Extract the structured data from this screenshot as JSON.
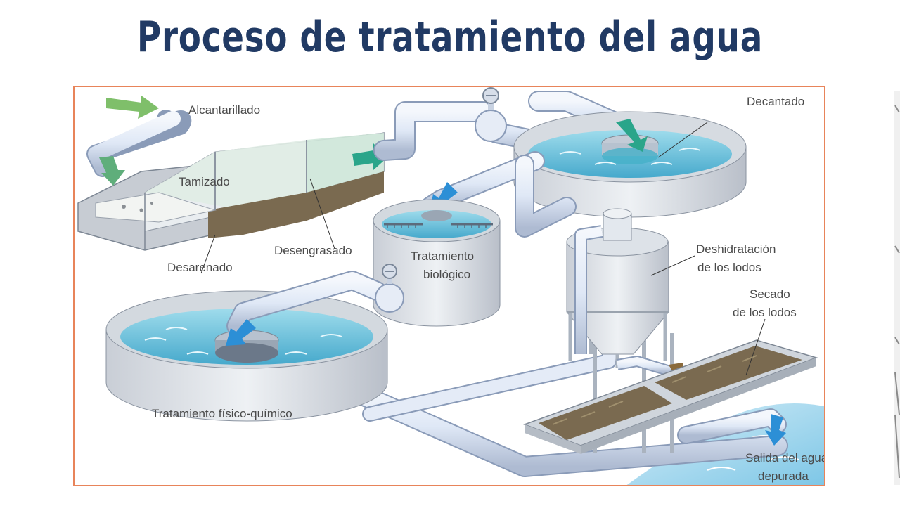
{
  "slide": {
    "title": "Proceso de tratamiento del agua"
  },
  "diagram": {
    "labels": {
      "alcantarillado": "Alcantarillado",
      "tamizado": "Tamizado",
      "desarenado": "Desarenado",
      "desengrasado": "Desengrasado",
      "tratamiento_biologico_1": "Tratamiento",
      "tratamiento_biologico_2": "biológico",
      "decantado": "Decantado",
      "deshidratacion_1": "Deshidratación",
      "deshidratacion_2": "de los lodos",
      "secado_1": "Secado",
      "secado_2": "de los lodos",
      "fisico_quimico": "Tratamiento físico-químico",
      "salida_1": "Salida del agua",
      "salida_2": "depurada"
    },
    "colors": {
      "frame": "#e8845a",
      "title": "#213a64",
      "pipe": "#dfe8f6",
      "pipe_edge": "#8a9bb8",
      "water": "#6fc3dd",
      "tank": "#d8dde3",
      "sludge": "#7a6a50",
      "arrow_green": "#2aa58a",
      "arrow_blue": "#2c8fd6"
    }
  }
}
